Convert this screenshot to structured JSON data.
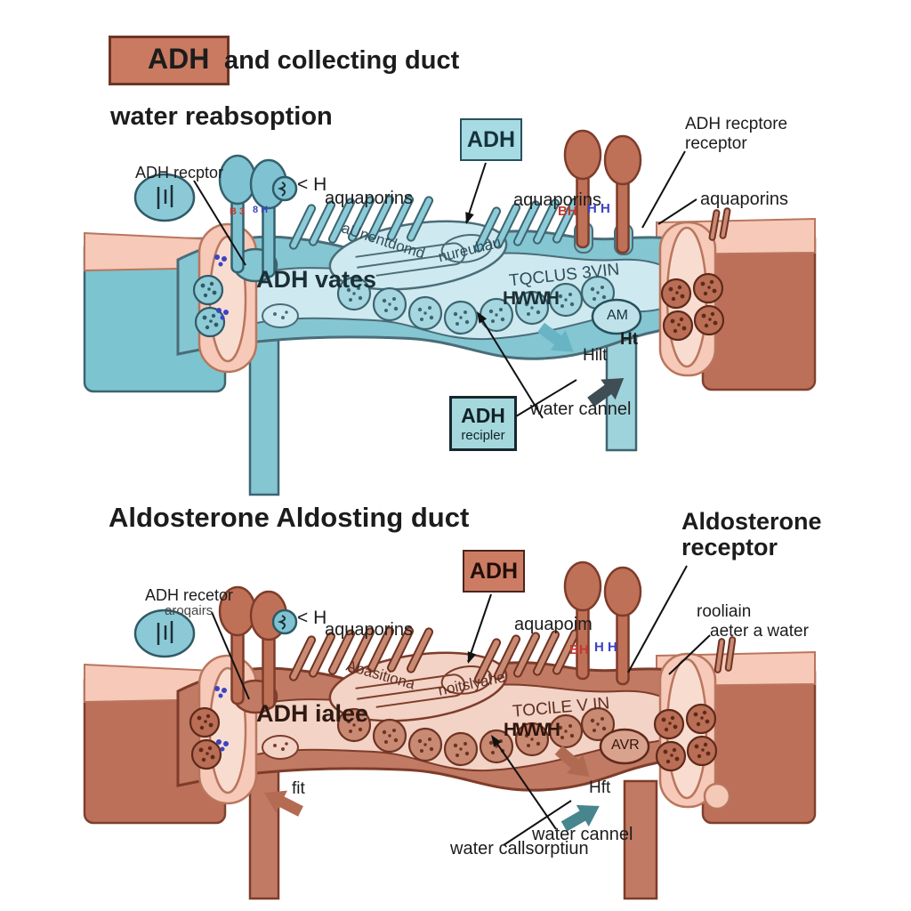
{
  "colors": {
    "teal_duct": "#84c6d2",
    "teal_light": "#cfe9f0",
    "teal_block": "#7cc4d0",
    "pink_membrane": "#f6c9b9",
    "brown_duct": "#c17a63",
    "brown_block": "#bd7059",
    "salmon_box": "#c97a61",
    "teal_box": "#a7dbe3",
    "glyph_blue": "#3b43c4",
    "glyph_red": "#c03a30"
  },
  "top": {
    "title_adh": "ADH",
    "title_rest": "and collecting duct",
    "subtitle": "water reabsoption",
    "adh_box": "ADH",
    "receptor_left": "ADH recptor",
    "lt_h": "< H",
    "aquaporins_left": "aquaporins",
    "aquaporins_center": "aquaporins",
    "receptor_right1": "ADH recptore",
    "receptor_right2": "receptor",
    "aquaporins_right": "aquaporins",
    "duct_label": "ADH vates",
    "arc1": "aUnentdomd",
    "arc2": "nureuhau",
    "duct_text2": "TQCLUS 3VIN",
    "tally1": "HWWH",
    "oval": "AM",
    "tally2": "Ht",
    "hilt": "Hilt",
    "box2_line1": "ADH",
    "box2_line2": "recipler",
    "water_channel": "water cannel",
    "glyph_red": "BH",
    "glyph_blue": "H H",
    "glyph_red_sm": "B 3",
    "glyph_blue_sm": "8 H"
  },
  "bottom": {
    "title": "Aldosterone Aldosting duct",
    "receptor_title1": "Aldosterone",
    "receptor_title2": "receptor",
    "adh_box": "ADH",
    "receptor_left1": "ADH recetor",
    "receptor_left2": "aroqairs",
    "lt_h": "< H",
    "aquaporins_left": "aquaporins",
    "aquaporins_center": "aquapoim",
    "rool1": "rooliain",
    "rool2": "aeter a water",
    "duct_label": "ADH ialee",
    "arc1": "Abasitiona",
    "arc2": "noitslyahe",
    "duct_text2": "TOClLE V IN",
    "tally1": "HWWH",
    "oval": "AVR",
    "hft": "Hft",
    "fit": "fit",
    "water_channel": "water cannel",
    "water_absorption": "water callsorptiun",
    "glyph_red": "BH",
    "glyph_blue": "H H"
  }
}
